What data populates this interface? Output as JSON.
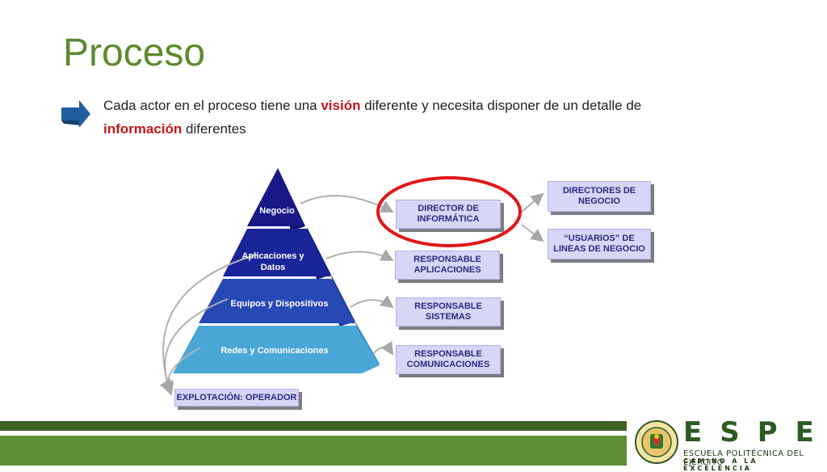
{
  "slide": {
    "title": "Proceso",
    "bullet": {
      "part1": "Cada actor en el proceso tiene una ",
      "highlight1": "visión",
      "part2": " diferente y necesita disponer de un detalle de ",
      "highlight2": "información",
      "part3": " diferentes"
    }
  },
  "pyramid": {
    "tiers": [
      "Negocio",
      "Aplicaciones y\nDatos",
      "Equipos y Dispositivos",
      "Redes y Comunicaciones"
    ],
    "base_label": "EXPLOTACIÓN: OPERADOR"
  },
  "roles": {
    "director_informatica": "DIRECTOR DE\nINFORMÁTICA",
    "responsable_aplicaciones": "RESPONSABLE\nAPLICACIONES",
    "responsable_sistemas": "RESPONSABLE\nSISTEMAS",
    "responsable_comunicaciones": "RESPONSABLE\nCOMUNICACIONES",
    "directores_negocio": "DIRECTORES DE\nNEGOCIO",
    "usuarios_lineas": "“USUARIOS” DE\nLINEAS DE NEGOCIO"
  },
  "branding": {
    "logo_word": "ESPE",
    "school_name": "ESCUELA POLITÉCNICA DEL EJÉRCITO",
    "motto": "CAMINO A LA EXCELENCIA"
  },
  "colors": {
    "title": "#5c8a2d",
    "highlight": "#c0171c",
    "footer_dark": "#3e5f26",
    "footer_light": "#5e8f35",
    "circle": "#e0161b"
  }
}
